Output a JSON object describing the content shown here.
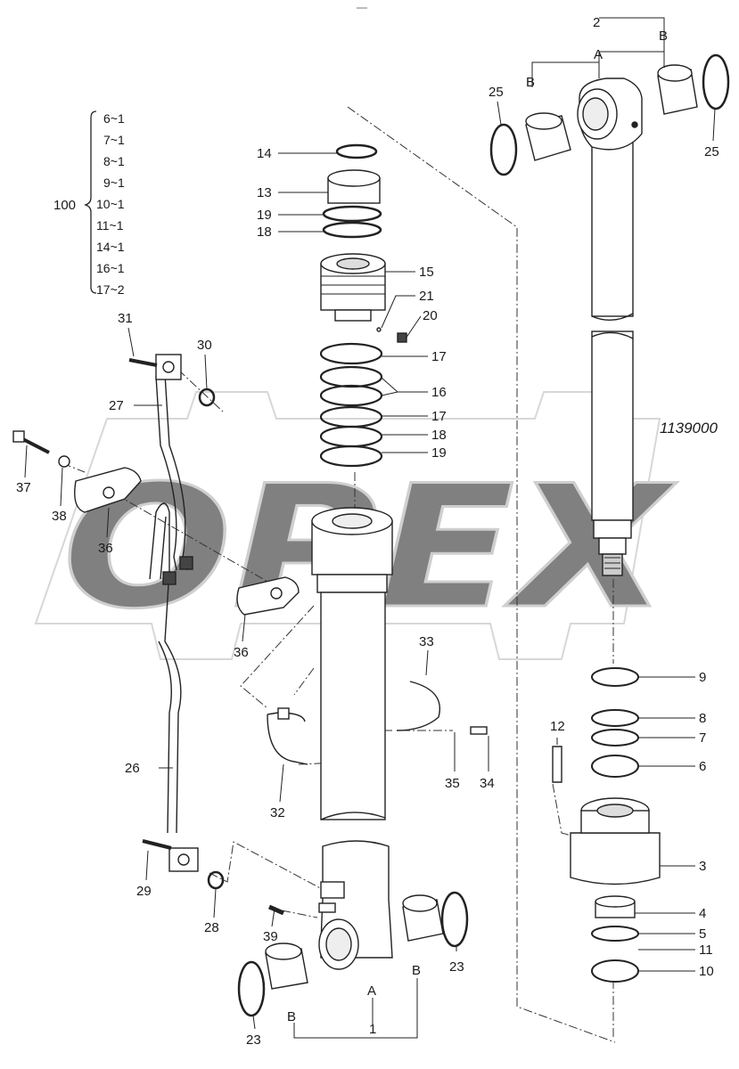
{
  "drawing_code": "1139000",
  "watermark": "OPEX",
  "group": {
    "number": "100",
    "items": [
      "6~1",
      "7~1",
      "8~1",
      "9~1",
      "10~1",
      "11~1",
      "14~1",
      "16~1",
      "17~2"
    ]
  },
  "callouts": {
    "c1": "1",
    "c2": "2",
    "c3": "3",
    "c4": "4",
    "c5": "5",
    "c6": "6",
    "c7": "7",
    "c8": "8",
    "c9": "9",
    "c10": "10",
    "c11": "11",
    "c12": "12",
    "c13": "13",
    "c14": "14",
    "c15": "15",
    "c16": "16",
    "c17a": "17",
    "c17b": "17",
    "c18a": "18",
    "c18b": "18",
    "c19a": "19",
    "c19b": "19",
    "c20": "20",
    "c21": "21",
    "c23a": "23",
    "c23b": "23",
    "c25a": "25",
    "c25b": "25",
    "c26": "26",
    "c27": "27",
    "c28": "28",
    "c29": "29",
    "c30": "30",
    "c31": "31",
    "c32": "32",
    "c33": "33",
    "c34": "34",
    "c35": "35",
    "c36a": "36",
    "c36b": "36",
    "c37": "37",
    "c38": "38",
    "c39": "39"
  },
  "letters": {
    "a_top": "A",
    "b_top_left": "B",
    "b_top_right": "B",
    "a_bottom": "A",
    "b_bottom_left": "B",
    "b_bottom_right": "B"
  }
}
